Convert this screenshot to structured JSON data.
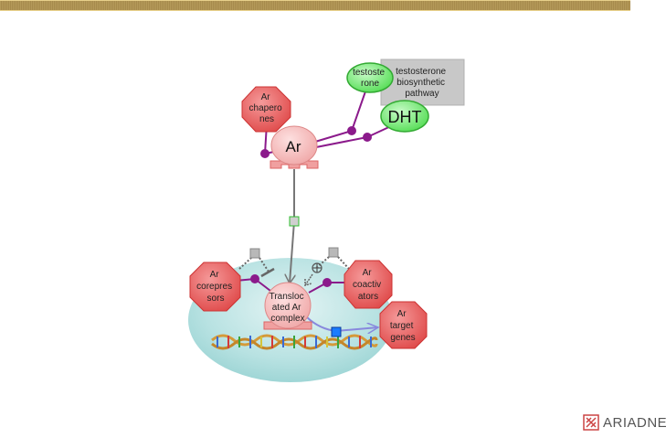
{
  "diagram": {
    "nodes": {
      "ar": {
        "label": "Ar"
      },
      "ar_chaperones": {
        "lines": [
          "Ar",
          "chapero",
          "nes"
        ]
      },
      "testosterone": {
        "lines": [
          "testoste",
          "rone"
        ]
      },
      "pathway": {
        "lines": [
          "testosterone",
          "biosynthetic",
          "pathway"
        ]
      },
      "dht": {
        "label": "DHT"
      },
      "ar_corepressors": {
        "lines": [
          "Ar",
          "corepres",
          "sors"
        ]
      },
      "ar_coactivators": {
        "lines": [
          "Ar",
          "coactiv",
          "ators"
        ]
      },
      "translocated": {
        "lines": [
          "Transloc",
          "ated Ar",
          "complex"
        ]
      },
      "ar_target_genes": {
        "lines": [
          "Ar",
          "target",
          "genes"
        ]
      }
    },
    "colors": {
      "protein_fill": "#f4b4b4",
      "protein_stroke": "#d66",
      "octagon_fill": "#e05a5a",
      "small_molecule_fill": "#6de06d",
      "small_molecule_stroke": "#33aa33",
      "binding_line": "#8b1a8b",
      "nucleus_fill": "#bfe6e6",
      "transport_line": "#777777",
      "expression_line": "#8888dd"
    }
  },
  "logo": {
    "text": "ARIADNE"
  }
}
